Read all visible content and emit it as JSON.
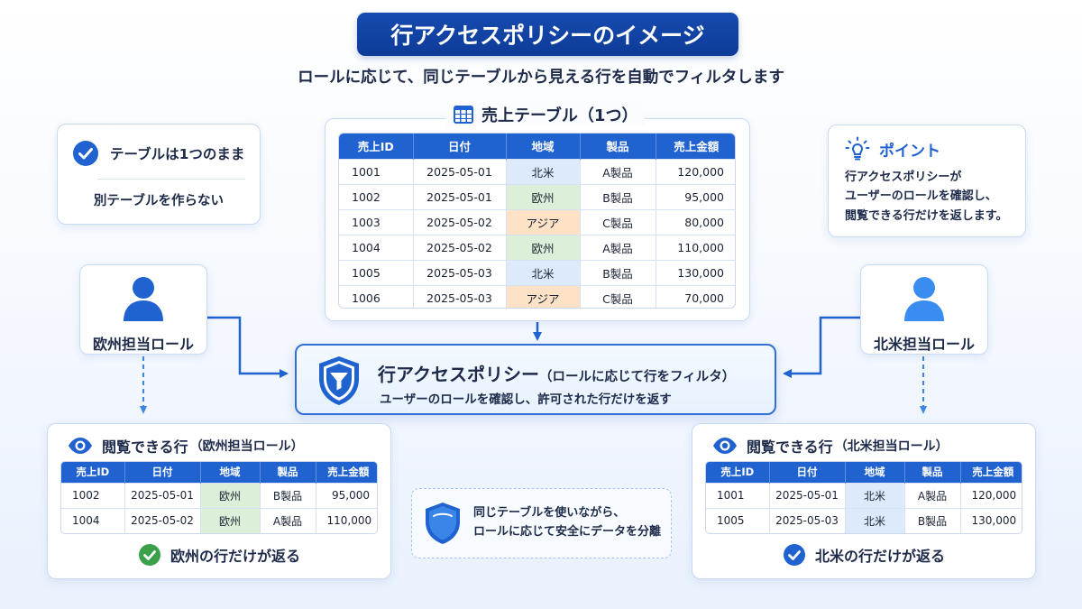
{
  "title": "行アクセスポリシーのイメージ",
  "subtitle": "ロールに応じて、同じテーブルから見える行を自動でフィルタします",
  "sales_table": {
    "title": "売上テーブル（1つ）",
    "headers": [
      "売上ID",
      "日付",
      "地域",
      "製品",
      "売上金額"
    ],
    "rows": [
      [
        "1001",
        "2025-05-01",
        "北米",
        "A製品",
        "120,000"
      ],
      [
        "1002",
        "2025-05-01",
        "欧州",
        "B製品",
        "95,000"
      ],
      [
        "1003",
        "2025-05-02",
        "アジア",
        "C製品",
        "80,000"
      ],
      [
        "1004",
        "2025-05-02",
        "欧州",
        "A製品",
        "110,000"
      ],
      [
        "1005",
        "2025-05-03",
        "北米",
        "B製品",
        "130,000"
      ],
      [
        "1006",
        "2025-05-03",
        "アジア",
        "C製品",
        "70,000"
      ]
    ]
  },
  "left_info": {
    "line1": "テーブルは1つのまま",
    "line2": "別テーブルを作らない"
  },
  "point": {
    "title": "ポイント",
    "lines": [
      "行アクセスポリシーが",
      "ユーザーのロールを確認し、",
      "閲覧できる行だけを返します。"
    ]
  },
  "roles": {
    "left": "欧州担当ロール",
    "right": "北米担当ロール"
  },
  "policy": {
    "title": "行アクセスポリシー",
    "title_paren": "（ロールに応じて行をフィルタ）",
    "description": "ユーザーのロールを確認し、許可された行だけを返す"
  },
  "result_left": {
    "title": "閲覧できる行",
    "title_paren": "（欧州担当ロール）",
    "headers": [
      "売上ID",
      "日付",
      "地域",
      "製品",
      "売上金額"
    ],
    "rows": [
      [
        "1002",
        "2025-05-01",
        "欧州",
        "B製品",
        "95,000"
      ],
      [
        "1004",
        "2025-05-02",
        "欧州",
        "A製品",
        "110,000"
      ]
    ],
    "footer": "欧州の行だけが返る"
  },
  "result_right": {
    "title": "閲覧できる行",
    "title_paren": "（北米担当ロール）",
    "headers": [
      "売上ID",
      "日付",
      "地域",
      "製品",
      "売上金額"
    ],
    "rows": [
      [
        "1001",
        "2025-05-01",
        "北米",
        "A製品",
        "120,000"
      ],
      [
        "1005",
        "2025-05-03",
        "北米",
        "B製品",
        "130,000"
      ]
    ],
    "footer": "北米の行だけが返る"
  },
  "note": {
    "line1": "同じテーブルを使いながら、",
    "line2": "ロールに応じて安全にデータを分離"
  },
  "colors": {
    "primary": "#1f62d0",
    "title_bg": "#0d3b97",
    "region_na": "#dceafb",
    "region_eu": "#dcefd8",
    "region_asia": "#fde2c6",
    "check_blue": "#1f62d0",
    "check_green": "#3aa14a"
  }
}
